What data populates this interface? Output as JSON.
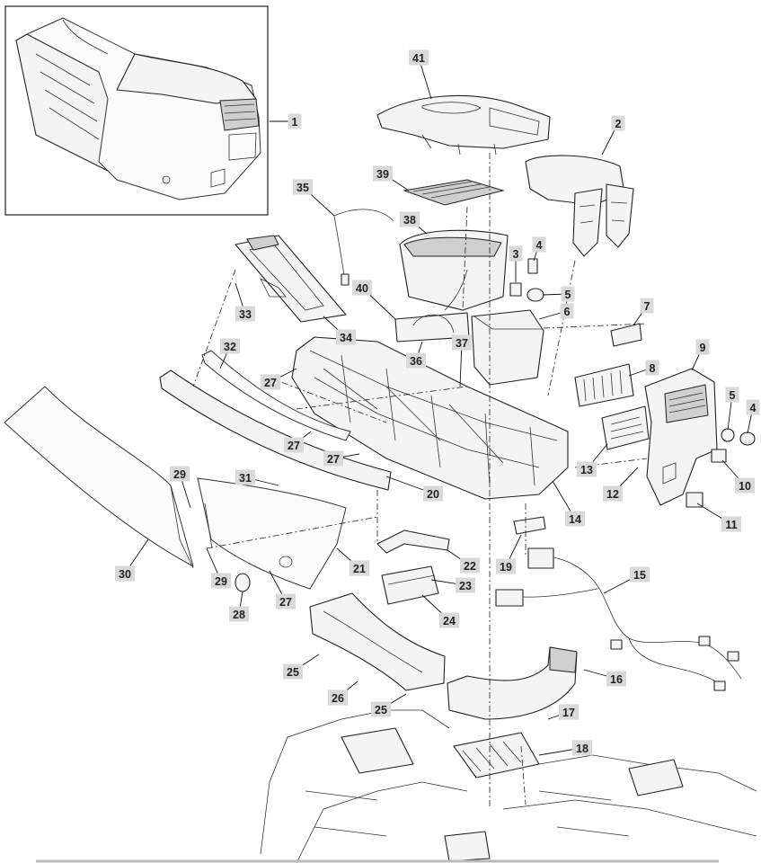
{
  "diagram": {
    "type": "exploded-parts-view",
    "callouts": [
      {
        "id": "c1",
        "number": "1"
      },
      {
        "id": "c2",
        "number": "2"
      },
      {
        "id": "c3",
        "number": "3"
      },
      {
        "id": "c4a",
        "number": "4"
      },
      {
        "id": "c5a",
        "number": "5"
      },
      {
        "id": "c6",
        "number": "6"
      },
      {
        "id": "c7",
        "number": "7"
      },
      {
        "id": "c8",
        "number": "8"
      },
      {
        "id": "c9",
        "number": "9"
      },
      {
        "id": "c5b",
        "number": "5"
      },
      {
        "id": "c4b",
        "number": "4"
      },
      {
        "id": "c10",
        "number": "10"
      },
      {
        "id": "c11",
        "number": "11"
      },
      {
        "id": "c12",
        "number": "12"
      },
      {
        "id": "c13",
        "number": "13"
      },
      {
        "id": "c14",
        "number": "14"
      },
      {
        "id": "c15",
        "number": "15"
      },
      {
        "id": "c16",
        "number": "16"
      },
      {
        "id": "c17",
        "number": "17"
      },
      {
        "id": "c18",
        "number": "18"
      },
      {
        "id": "c19",
        "number": "19"
      },
      {
        "id": "c20",
        "number": "20"
      },
      {
        "id": "c21",
        "number": "21"
      },
      {
        "id": "c22",
        "number": "22"
      },
      {
        "id": "c23",
        "number": "23"
      },
      {
        "id": "c24",
        "number": "24"
      },
      {
        "id": "c25a",
        "number": "25"
      },
      {
        "id": "c25b",
        "number": "25"
      },
      {
        "id": "c26",
        "number": "26"
      },
      {
        "id": "c27a",
        "number": "27"
      },
      {
        "id": "c27b",
        "number": "27"
      },
      {
        "id": "c27c",
        "number": "27"
      },
      {
        "id": "c27d",
        "number": "27"
      },
      {
        "id": "c28",
        "number": "28"
      },
      {
        "id": "c29a",
        "number": "29"
      },
      {
        "id": "c29b",
        "number": "29"
      },
      {
        "id": "c30",
        "number": "30"
      },
      {
        "id": "c31",
        "number": "31"
      },
      {
        "id": "c32",
        "number": "32"
      },
      {
        "id": "c33",
        "number": "33"
      },
      {
        "id": "c34",
        "number": "34"
      },
      {
        "id": "c35",
        "number": "35"
      },
      {
        "id": "c36",
        "number": "36"
      },
      {
        "id": "c37",
        "number": "37"
      },
      {
        "id": "c38",
        "number": "38"
      },
      {
        "id": "c39",
        "number": "39"
      },
      {
        "id": "c40",
        "number": "40"
      },
      {
        "id": "c41",
        "number": "41"
      }
    ]
  }
}
